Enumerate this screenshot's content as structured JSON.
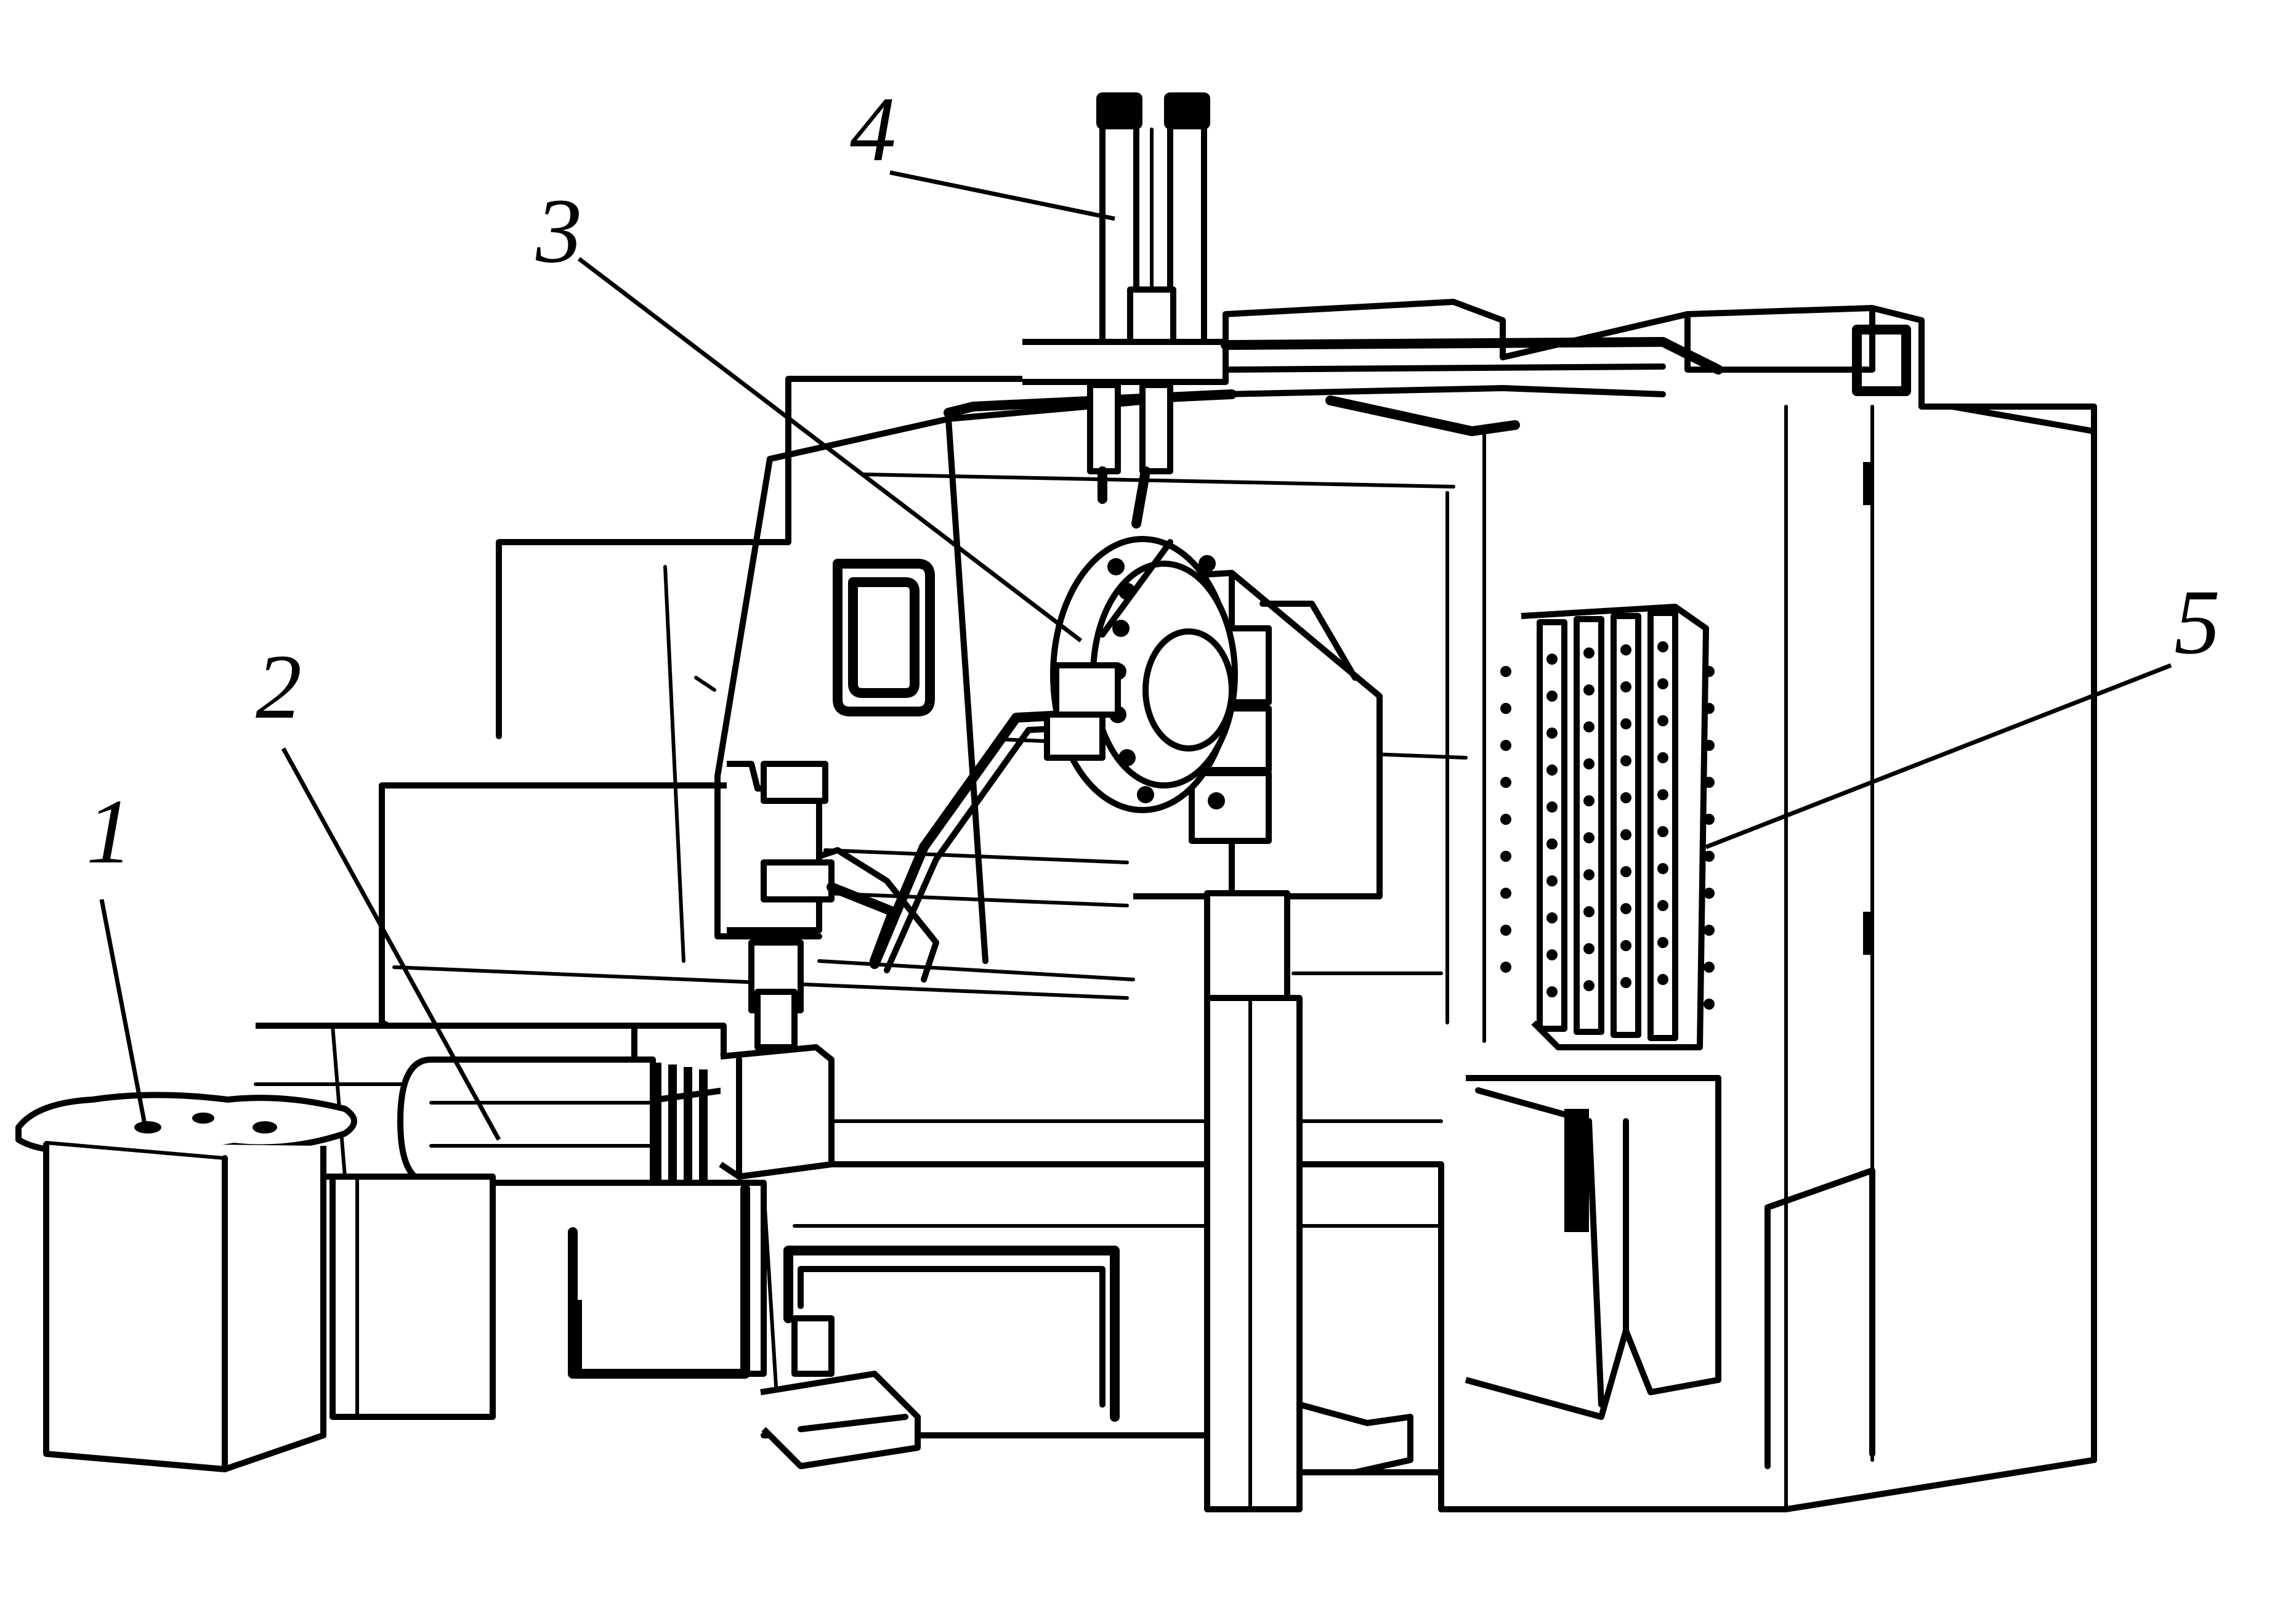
{
  "diagram": {
    "callouts": [
      {
        "id": "1",
        "label": "1",
        "part": "workpiece-bin"
      },
      {
        "id": "2",
        "label": "2",
        "part": "headstock-motor"
      },
      {
        "id": "3",
        "label": "3",
        "part": "turret-chuck"
      },
      {
        "id": "4",
        "label": "4",
        "part": "gantry-loader"
      },
      {
        "id": "5",
        "label": "5",
        "part": "tool-magazine"
      }
    ]
  }
}
